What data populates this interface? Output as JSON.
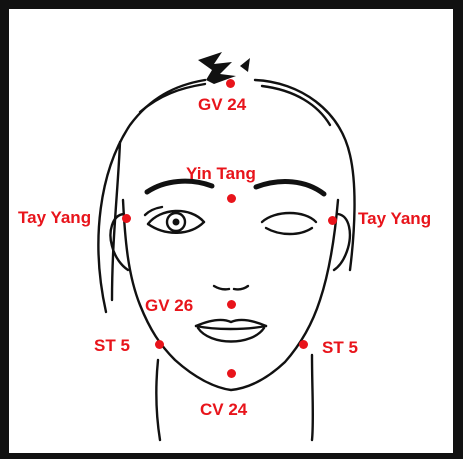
{
  "accent_color": "#e8141b",
  "line_color": "#111111",
  "points": {
    "gv24": "GV 24",
    "yin_tang": "Yin Tang",
    "tay_yang_left": "Tay Yang",
    "tay_yang_right": "Tay Yang",
    "gv26": "GV 26",
    "st5_left": "ST 5",
    "st5_right": "ST 5",
    "cv24": "CV 24"
  },
  "icons": {
    "face": "face-line-drawing-icon",
    "point": "acupoint-dot-icon"
  }
}
